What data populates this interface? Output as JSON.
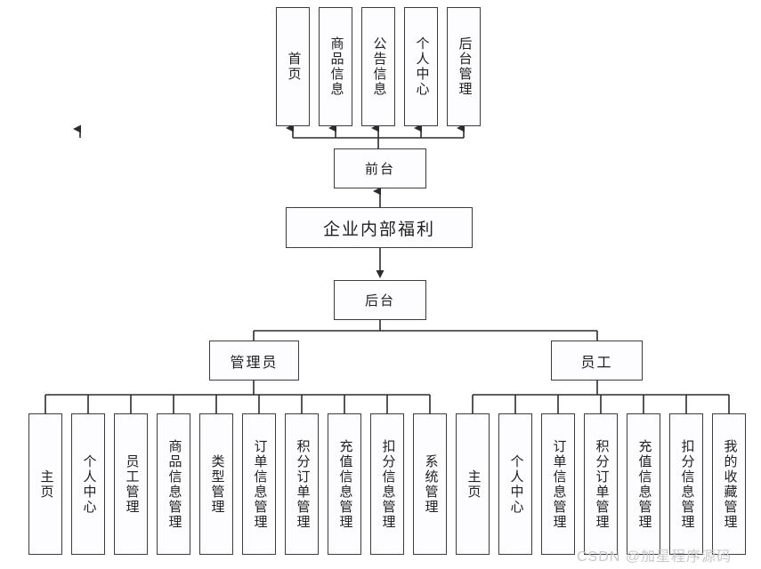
{
  "diagram": {
    "title_node": "企业内部福利",
    "frontend_node": "前台",
    "backend_node": "后台",
    "roles": {
      "admin": "管理员",
      "employee": "员工"
    },
    "frontend_items": [
      "首页",
      "商品信息",
      "公告信息",
      "个人中心",
      "后台管理"
    ],
    "admin_items": [
      "主页",
      "个人中心",
      "员工管理",
      "商品信息管理",
      "类型管理",
      "订单信息管理",
      "积分订单管理",
      "充值信息管理",
      "扣分信息管理",
      "系统管理"
    ],
    "employee_items": [
      "主页",
      "个人中心",
      "订单信息管理",
      "积分订单管理",
      "充值信息管理",
      "扣分信息管理",
      "我的收藏管理"
    ],
    "watermark": "CSDN @加星程序源码",
    "colors": {
      "box_border": "#3c3c3c",
      "box_fill": "#fdfdff",
      "connector": "#2b2b2b",
      "watermark": "#c9c9c9",
      "background": "#ffffff"
    }
  }
}
